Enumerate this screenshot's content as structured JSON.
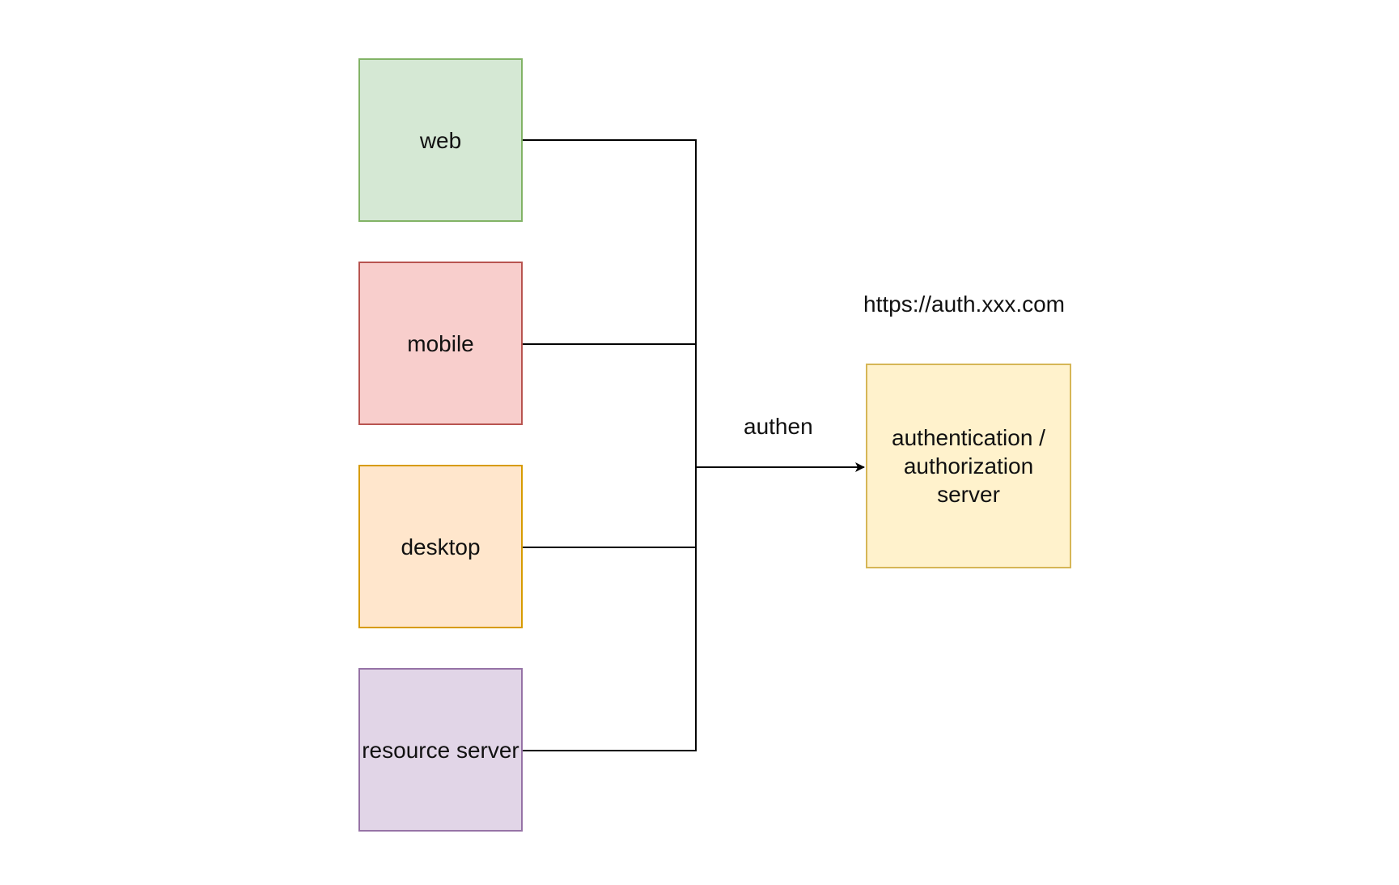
{
  "nodes": {
    "web": {
      "label": "web",
      "fill": "#d5e8d4",
      "stroke": "#82b366"
    },
    "mobile": {
      "label": "mobile",
      "fill": "#f8cecc",
      "stroke": "#b85450"
    },
    "desktop": {
      "label": "desktop",
      "fill": "#ffe6cc",
      "stroke": "#d79b00"
    },
    "resource_server": {
      "label": "resource server",
      "fill": "#e1d5e7",
      "stroke": "#9673a6"
    },
    "auth_server": {
      "label": "authentication / authorization server",
      "fill": "#fff2cc",
      "stroke": "#d6b656"
    }
  },
  "url_label": "https://auth.xxx.com",
  "edge_label": "authen",
  "connectors": {
    "stroke": "#000000",
    "from": [
      "web",
      "mobile",
      "desktop",
      "resource_server"
    ],
    "to": "auth_server"
  }
}
